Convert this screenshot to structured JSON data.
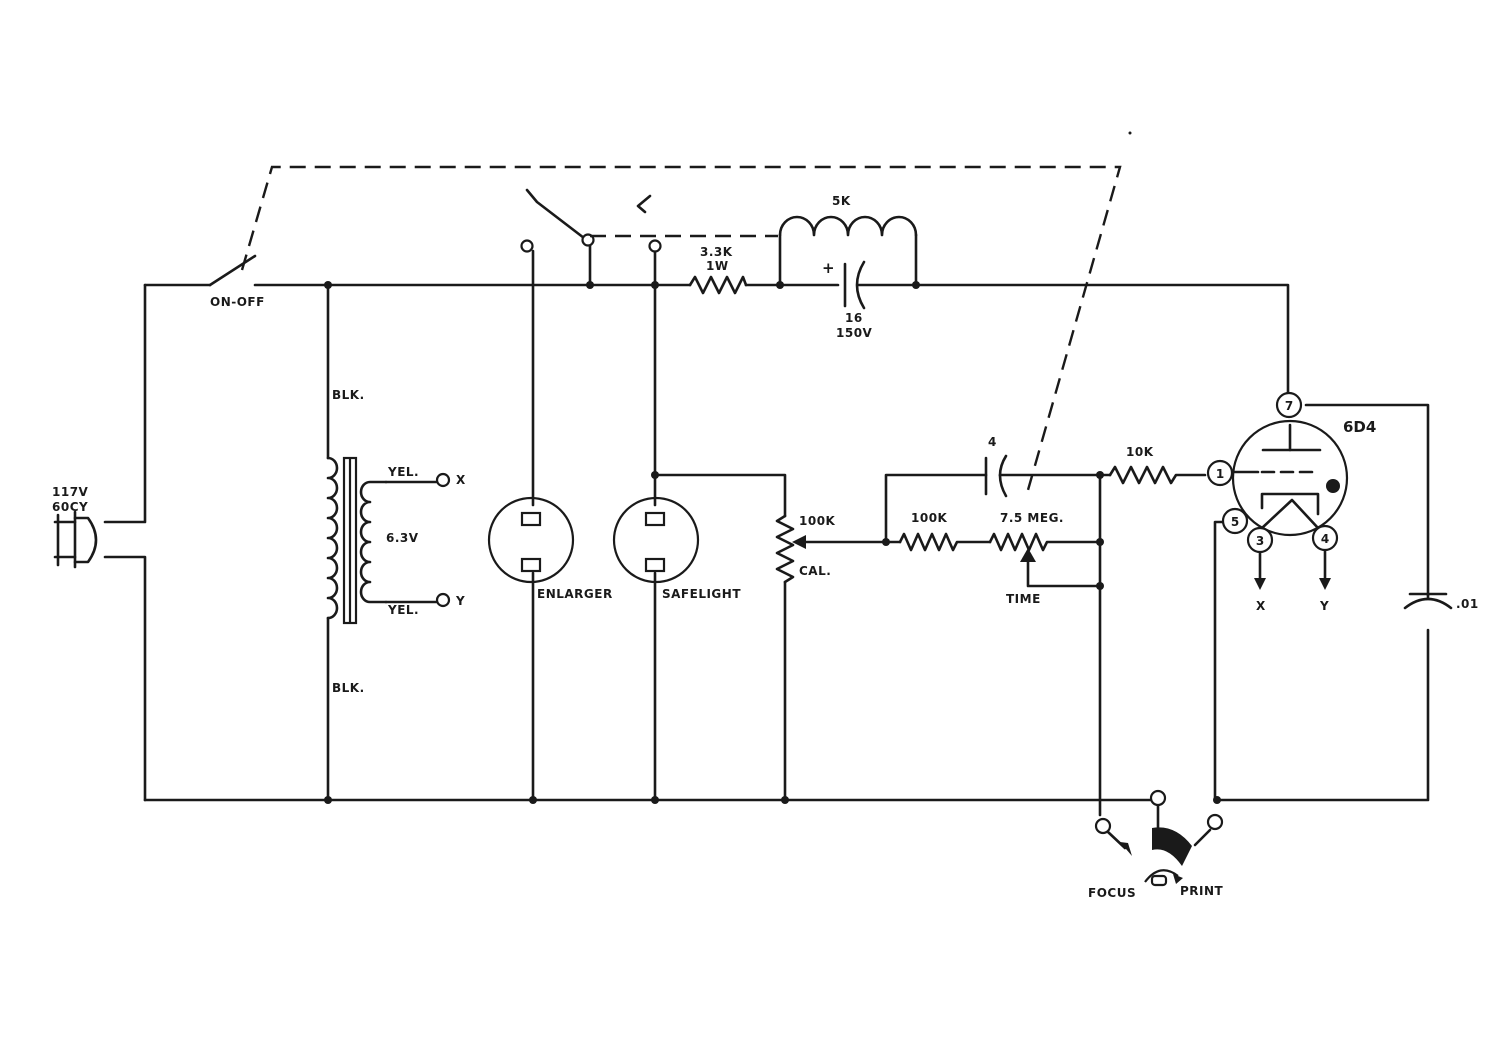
{
  "labels": {
    "power_line1": "117V",
    "power_line2": "60CY",
    "switch": "ON-OFF",
    "blk_top": "BLK.",
    "blk_bottom": "BLK.",
    "yel_top": "YEL.",
    "yel_bottom": "YEL.",
    "secondary_voltage": "6.3V",
    "term_x": "X",
    "term_y": "Y",
    "enlarger": "ENLARGER",
    "safelight": "SAFELIGHT",
    "r_33k_1": "3.3K",
    "r_33k_2": "1W",
    "coil": "5K",
    "cap_plus": "+",
    "cap16_1": "16",
    "cap16_2": "150V",
    "pot_100k": "100K",
    "cal": "CAL.",
    "cap4": "4",
    "r_10k": "10K",
    "r_100k": "100K",
    "r_75meg": "7.5 MEG.",
    "time": "TIME",
    "tube": "6D4",
    "pin1": "1",
    "pin3": "3",
    "pin4": "4",
    "pin5": "5",
    "pin7": "7",
    "tube_x": "X",
    "tube_y": "Y",
    "cap01": ".01",
    "focus": "FOCUS",
    "print": "PRINT"
  }
}
